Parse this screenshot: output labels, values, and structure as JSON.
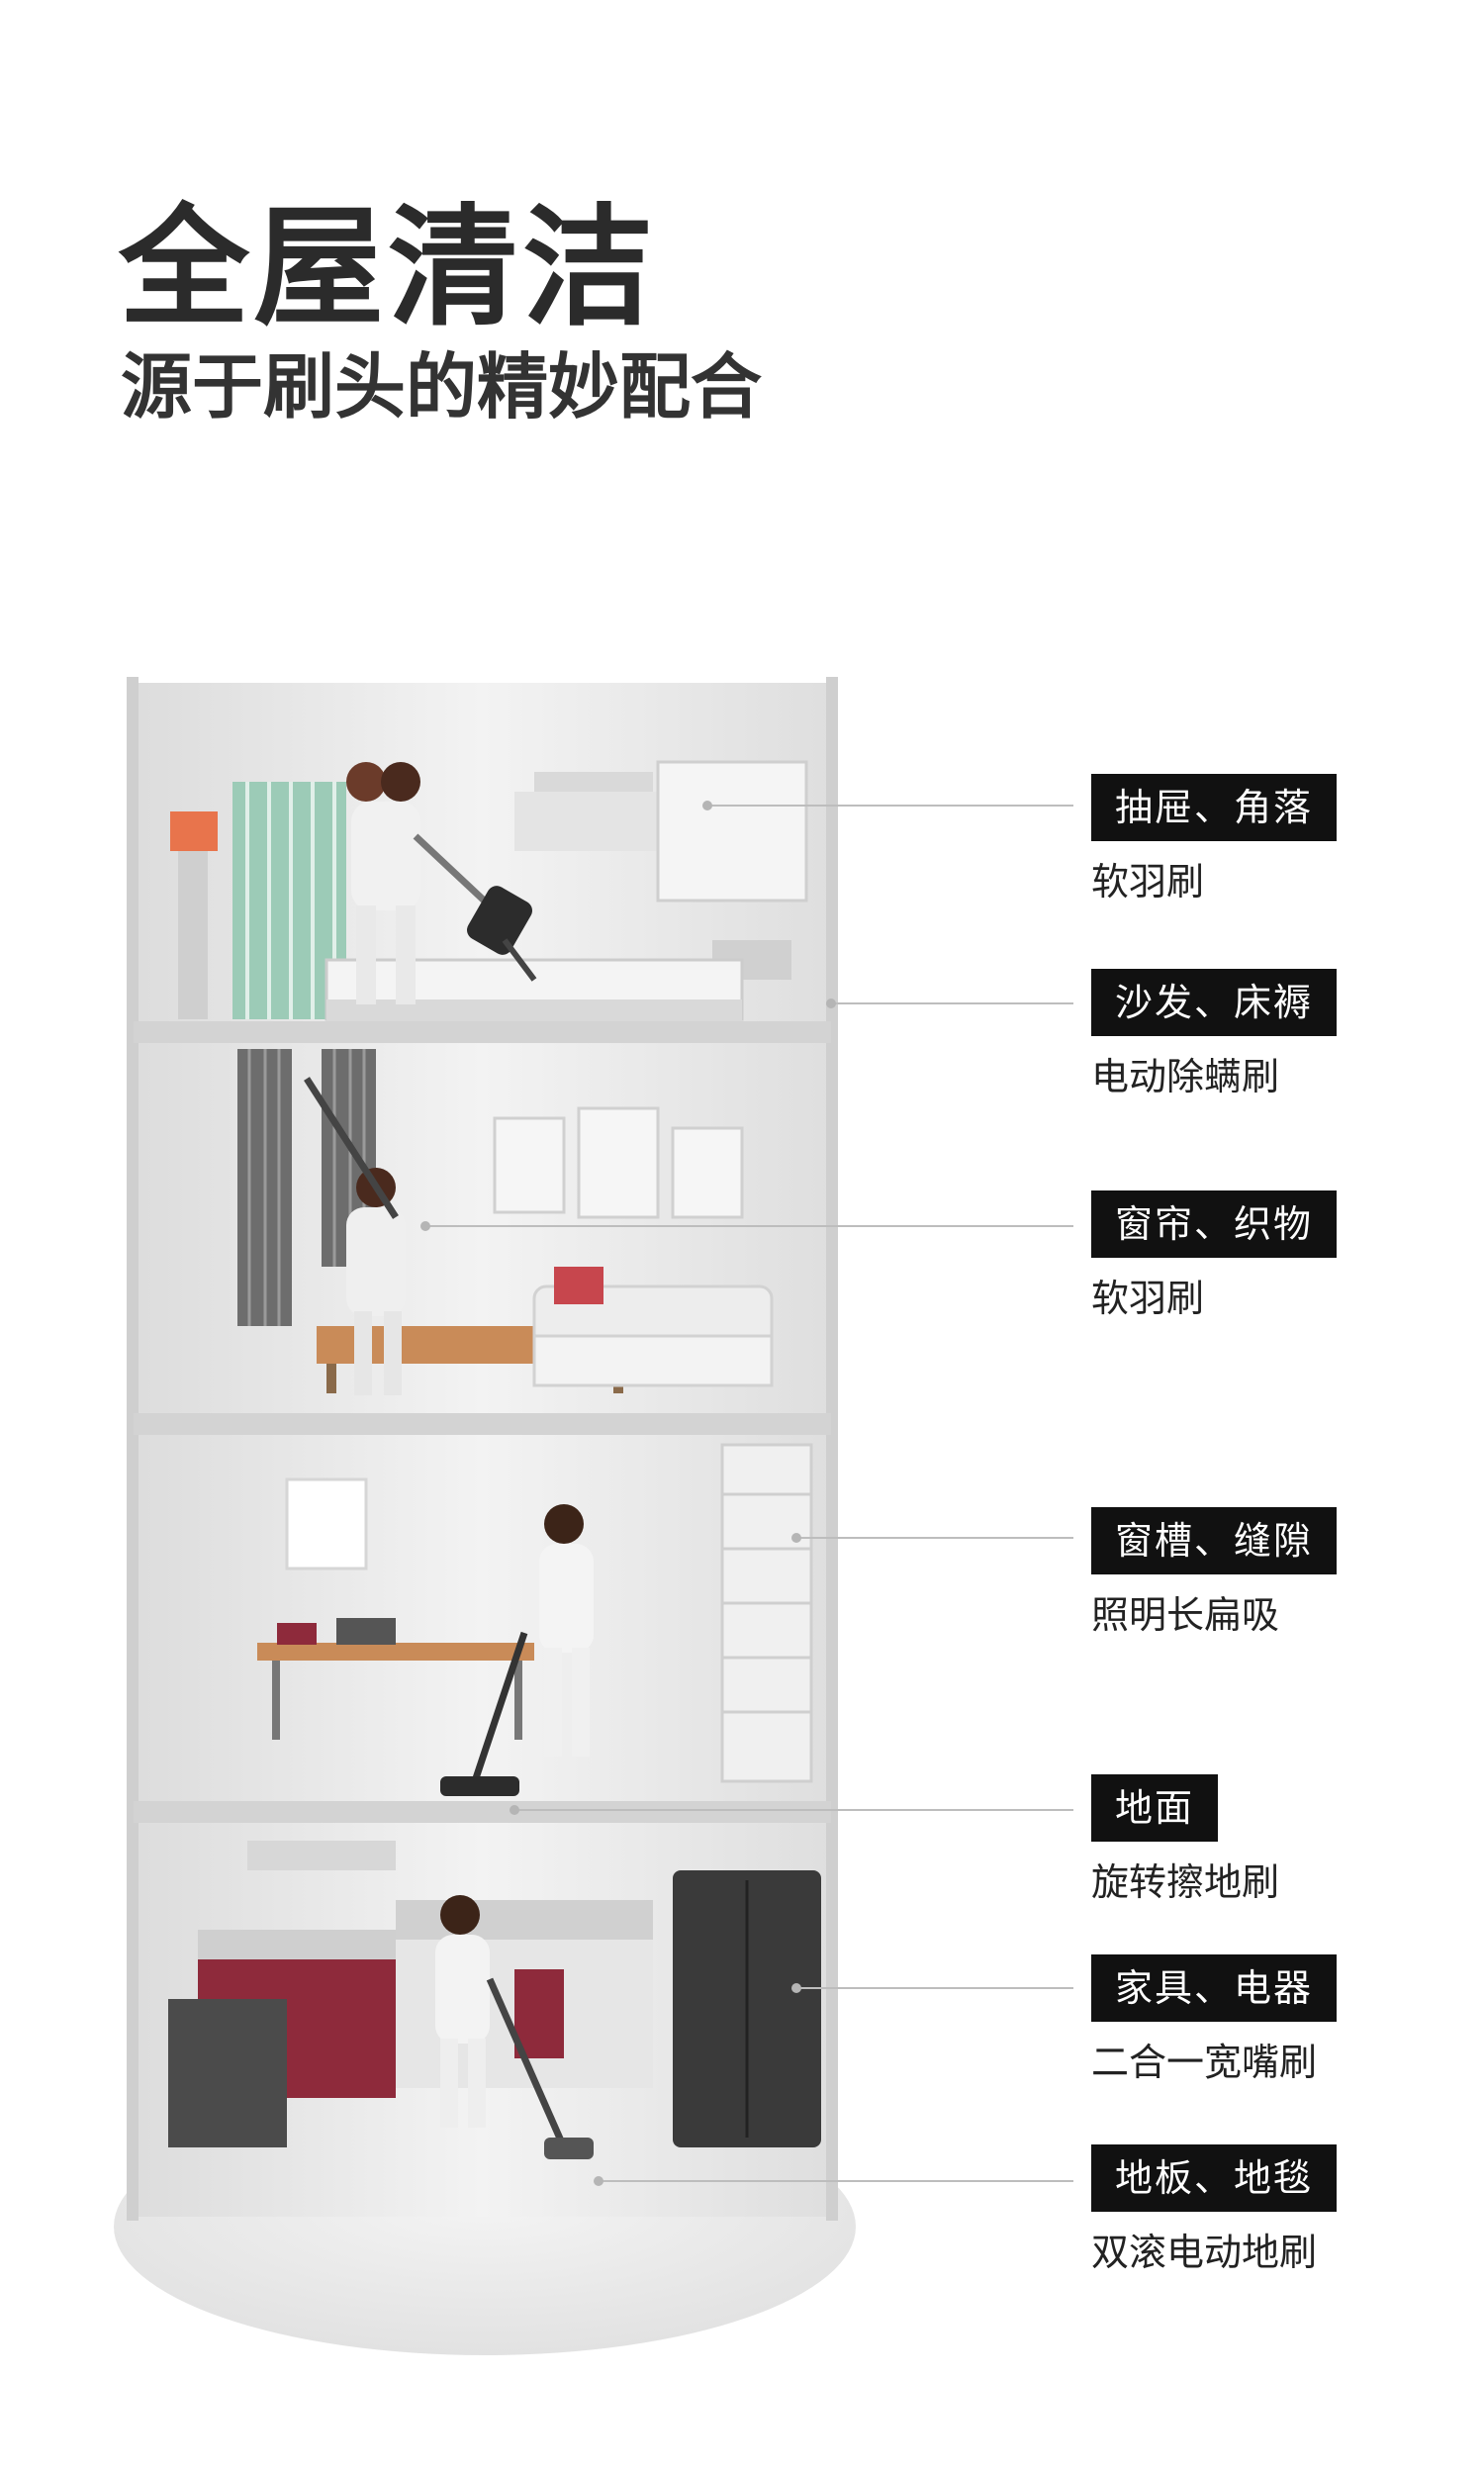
{
  "headline": "全屋清洁",
  "subheadline": "源于刷头的精妙配合",
  "colors": {
    "tag_bg": "#111111",
    "tag_text": "#ffffff",
    "line": "#bdbdbd",
    "wall": "#e9e9e9",
    "accent_red": "#8e2a3b"
  },
  "callouts": [
    {
      "tag": "抽屉、角落",
      "desc": "软羽刷"
    },
    {
      "tag": "沙发、床褥",
      "desc": "电动除螨刷"
    },
    {
      "tag": "窗帘、织物",
      "desc": "软羽刷"
    },
    {
      "tag": "窗槽、缝隙",
      "desc": "照明长扁吸"
    },
    {
      "tag": "地面",
      "desc": "旋转擦地刷"
    },
    {
      "tag": "家具、电器",
      "desc": "二合一宽嘴刷"
    },
    {
      "tag": "地板、地毯",
      "desc": "双滚电动地刷"
    }
  ]
}
